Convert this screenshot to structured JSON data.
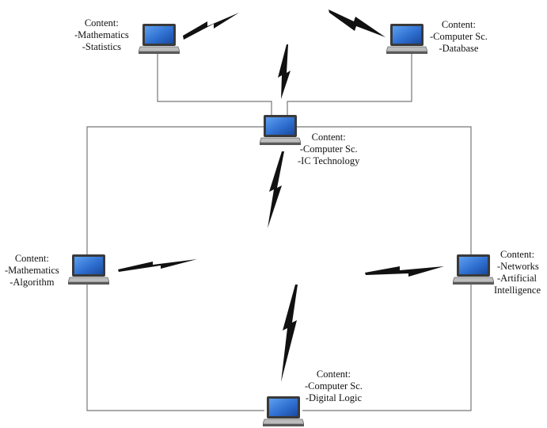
{
  "nodes": {
    "top_left": {
      "lines": [
        "Content:",
        "-Mathematics",
        "-Statistics"
      ]
    },
    "top_right": {
      "lines": [
        "Content:",
        "-Computer Sc.",
        "-Database"
      ]
    },
    "center": {
      "lines": [
        "Content:",
        "-Computer Sc.",
        "-IC Technology"
      ]
    },
    "left": {
      "lines": [
        "Content:",
        "-Mathematics",
        "-Algorithm"
      ]
    },
    "right": {
      "lines": [
        "Content:",
        "-Networks",
        "-Artificial",
        "Intelligence"
      ]
    },
    "bottom": {
      "lines": [
        "Content:",
        "-Computer Sc.",
        "-Digital Logic"
      ]
    }
  },
  "colors": {
    "screen": "#2f6fd0",
    "bolt": "#111111",
    "line": "#777777"
  },
  "icons": {
    "laptop": "laptop-icon",
    "wireless": "lightning-bolt-icon"
  }
}
